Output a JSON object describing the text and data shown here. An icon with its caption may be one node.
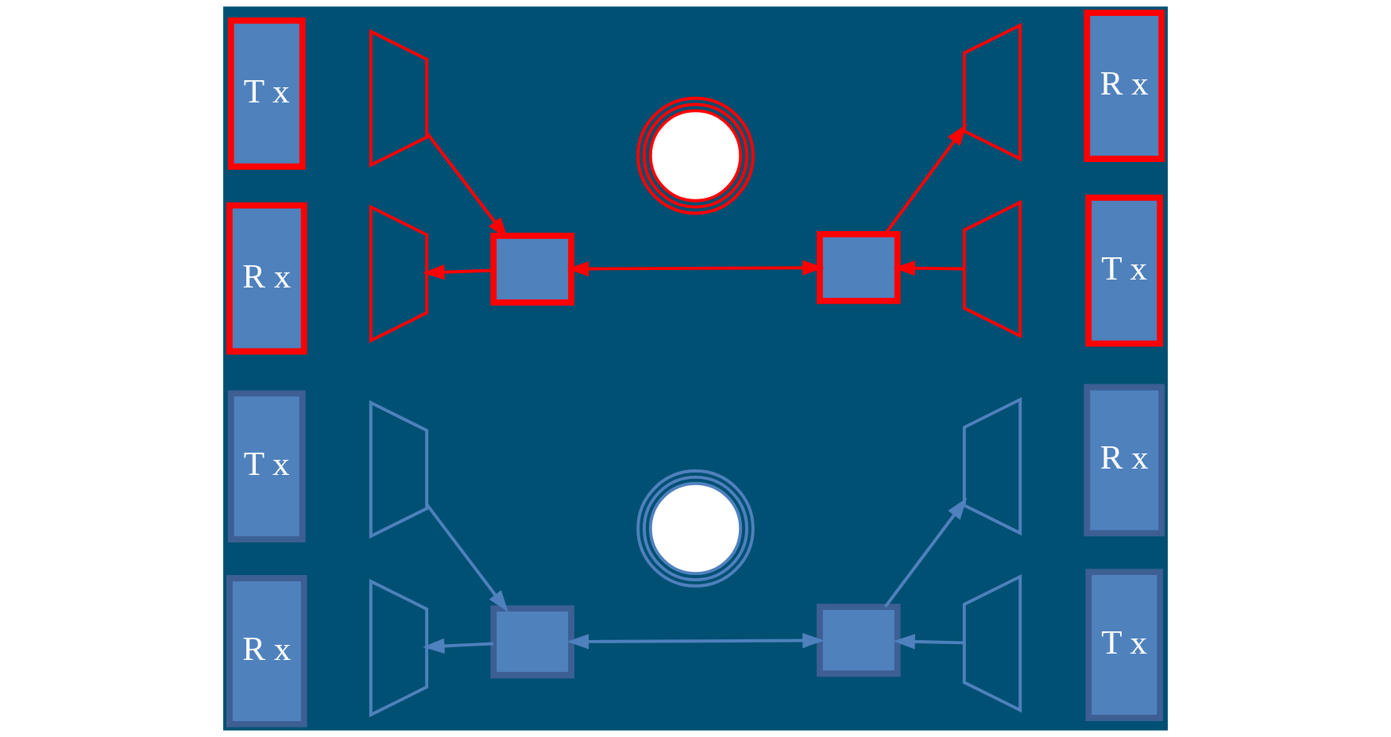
{
  "diagram": {
    "nodes": [
      {
        "text": [
          "T x"
        ]
      },
      {
        "text": [
          "R x"
        ]
      },
      {
        "text": [
          "T x"
        ]
      },
      {
        "text": [
          "R x"
        ]
      },
      {
        "text": [
          "R x"
        ]
      },
      {
        "text": [
          "T x"
        ]
      },
      {
        "text": [
          "R x"
        ]
      },
      {
        "text": [
          "T x"
        ]
      },
      {
        "text": [],
        "shape": "trapezoid"
      },
      {
        "text": [],
        "shape": "trapezoid"
      },
      {
        "text": [],
        "shape": "box"
      },
      {
        "text": [],
        "shape": "circle"
      },
      {
        "text": [],
        "shape": "box"
      },
      {
        "text": [],
        "shape": "trapezoid"
      },
      {
        "text": [],
        "shape": "trapezoid"
      },
      {
        "text": [],
        "shape": "trapezoid"
      },
      {
        "text": [],
        "shape": "trapezoid"
      },
      {
        "text": [],
        "shape": "box"
      },
      {
        "text": [],
        "shape": "circle"
      },
      {
        "text": [],
        "shape": "box"
      },
      {
        "text": [],
        "shape": "trapezoid"
      },
      {
        "text": [],
        "shape": "trapezoid"
      }
    ],
    "edges": [
      {
        "from": 8,
        "to": 10,
        "arrow": "to",
        "color": "#4f81bd"
      },
      {
        "from": 10,
        "to": 9,
        "arrow": "to",
        "color": "#4f81bd"
      },
      {
        "from": 10,
        "to": 12,
        "arrow": "both",
        "color": "#4f81bd"
      },
      {
        "from": 12,
        "to": 13,
        "arrow": "to",
        "color": "#4f81bd"
      },
      {
        "from": 14,
        "to": 12,
        "arrow": "to",
        "color": "#4f81bd"
      },
      {
        "from": 15,
        "to": 17,
        "arrow": "to",
        "color": "#ff0000"
      },
      {
        "from": 17,
        "to": 16,
        "arrow": "to",
        "color": "#ff0000"
      },
      {
        "from": 17,
        "to": 19,
        "arrow": "both",
        "color": "#ff0000"
      },
      {
        "from": 19,
        "to": 20,
        "arrow": "to",
        "color": "#ff0000"
      },
      {
        "from": 21,
        "to": 19,
        "arrow": "to",
        "color": "#ff0000"
      }
    ]
  }
}
